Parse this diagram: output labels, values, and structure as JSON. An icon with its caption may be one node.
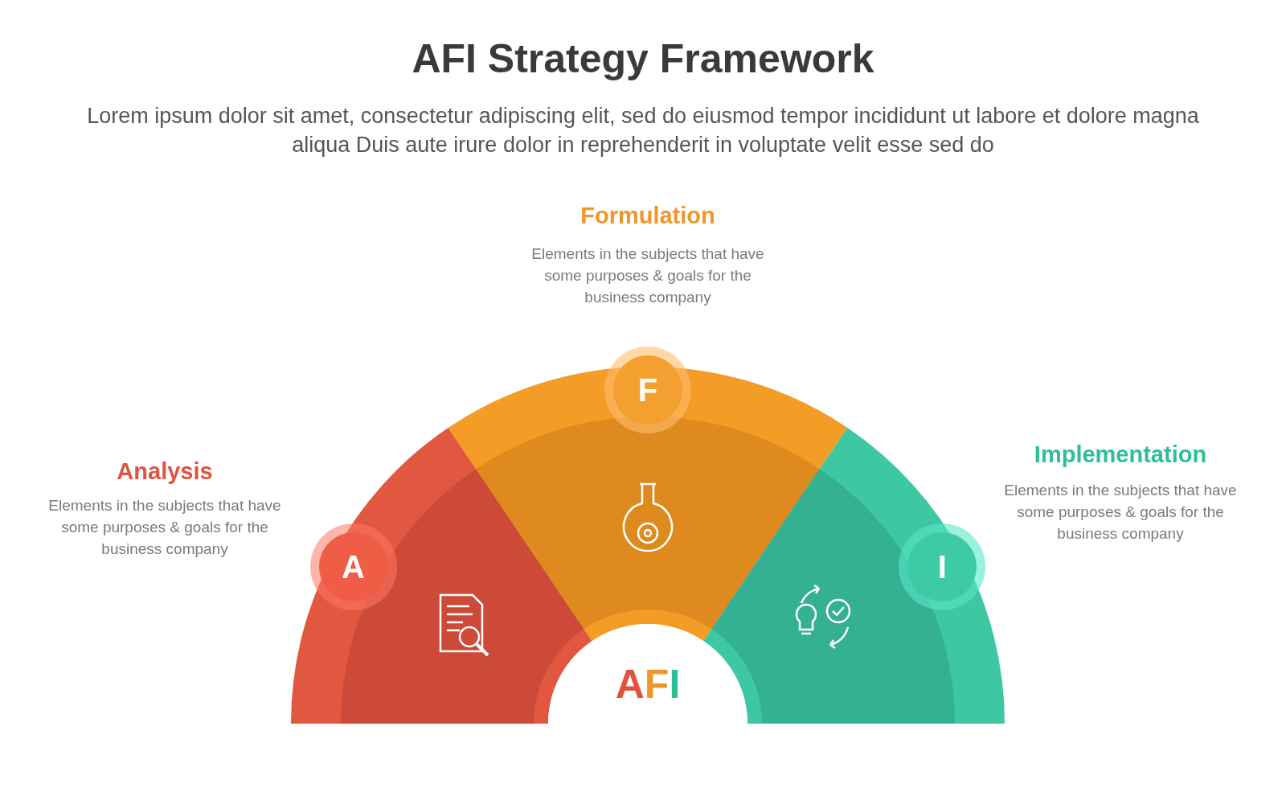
{
  "diagram": {
    "title": "AFI Strategy Framework",
    "nodes": [
      {
        "text": [
          "A"
        ]
      },
      {
        "text": [
          "F"
        ]
      },
      {
        "text": [
          "I"
        ]
      },
      {
        "text": [
          "AFI"
        ]
      }
    ],
    "labels": [
      "Lorem ipsum dolor sit amet, consectetur adipiscing elit, sed do eiusmod tempor incididunt ut labore et dolore magna aliqua Duis aute irure dolor in reprehenderit in voluptate velit esse sed do",
      "Formulation",
      "Elements in the subjects that have some purposes & goals for the business company",
      "Analysis",
      "Elements in the subjects that have some purposes & goals for the business company",
      "Implementation",
      "Elements in the subjects that have some purposes & goals for the business company"
    ]
  }
}
